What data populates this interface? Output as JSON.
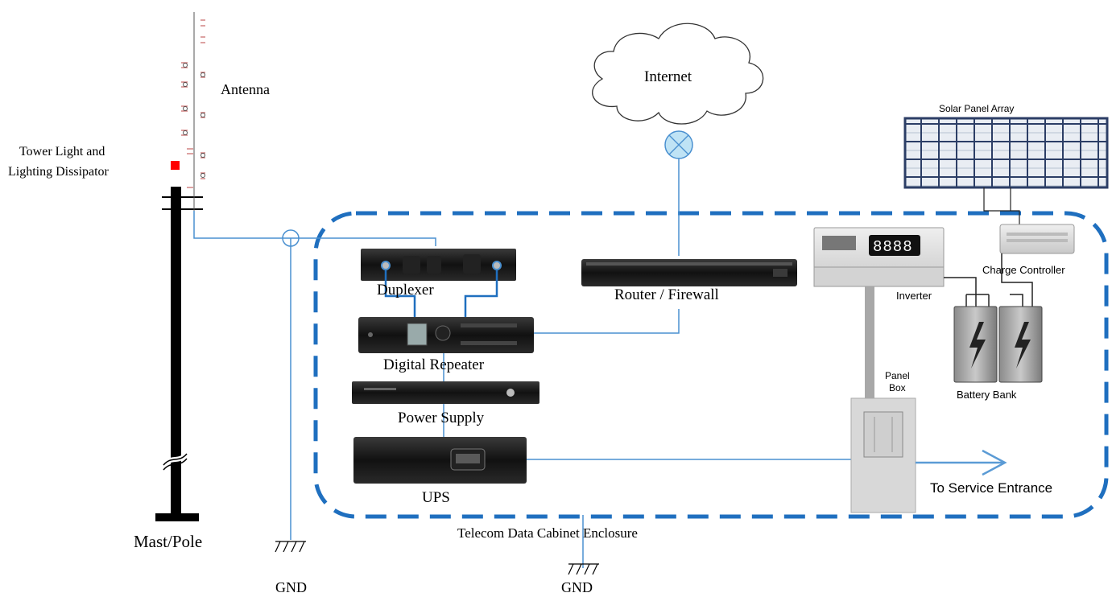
{
  "labels": {
    "antenna": "Antenna",
    "tower_light_line1": "Tower Light and",
    "tower_light_line2": "Lighting Dissipator",
    "mast": "Mast/Pole",
    "internet": "Internet",
    "duplexer": "Duplexer",
    "digital_repeater": "Digital Repeater",
    "power_supply": "Power Supply",
    "ups": "UPS",
    "router": "Router / Firewall",
    "solar": "Solar Panel Array",
    "charge_controller": "Charge Controller",
    "inverter": "Inverter",
    "inverter_display": "8888",
    "battery_bank": "Battery Bank",
    "panel_box_line1": "Panel",
    "panel_box_line2": "Box",
    "service_entrance": "To Service Entrance",
    "enclosure": "Telecom Data Cabinet Enclosure",
    "gnd_left": "GND",
    "gnd_center": "GND"
  },
  "colors": {
    "enclosure_border": "#1f6fbf",
    "link_line": "#4a90d0",
    "tower_light": "#ff0000",
    "internet_node": "#bfe3f5",
    "equipment_dark": "#1a1a1a",
    "device_gray": "#d9d9d9"
  }
}
